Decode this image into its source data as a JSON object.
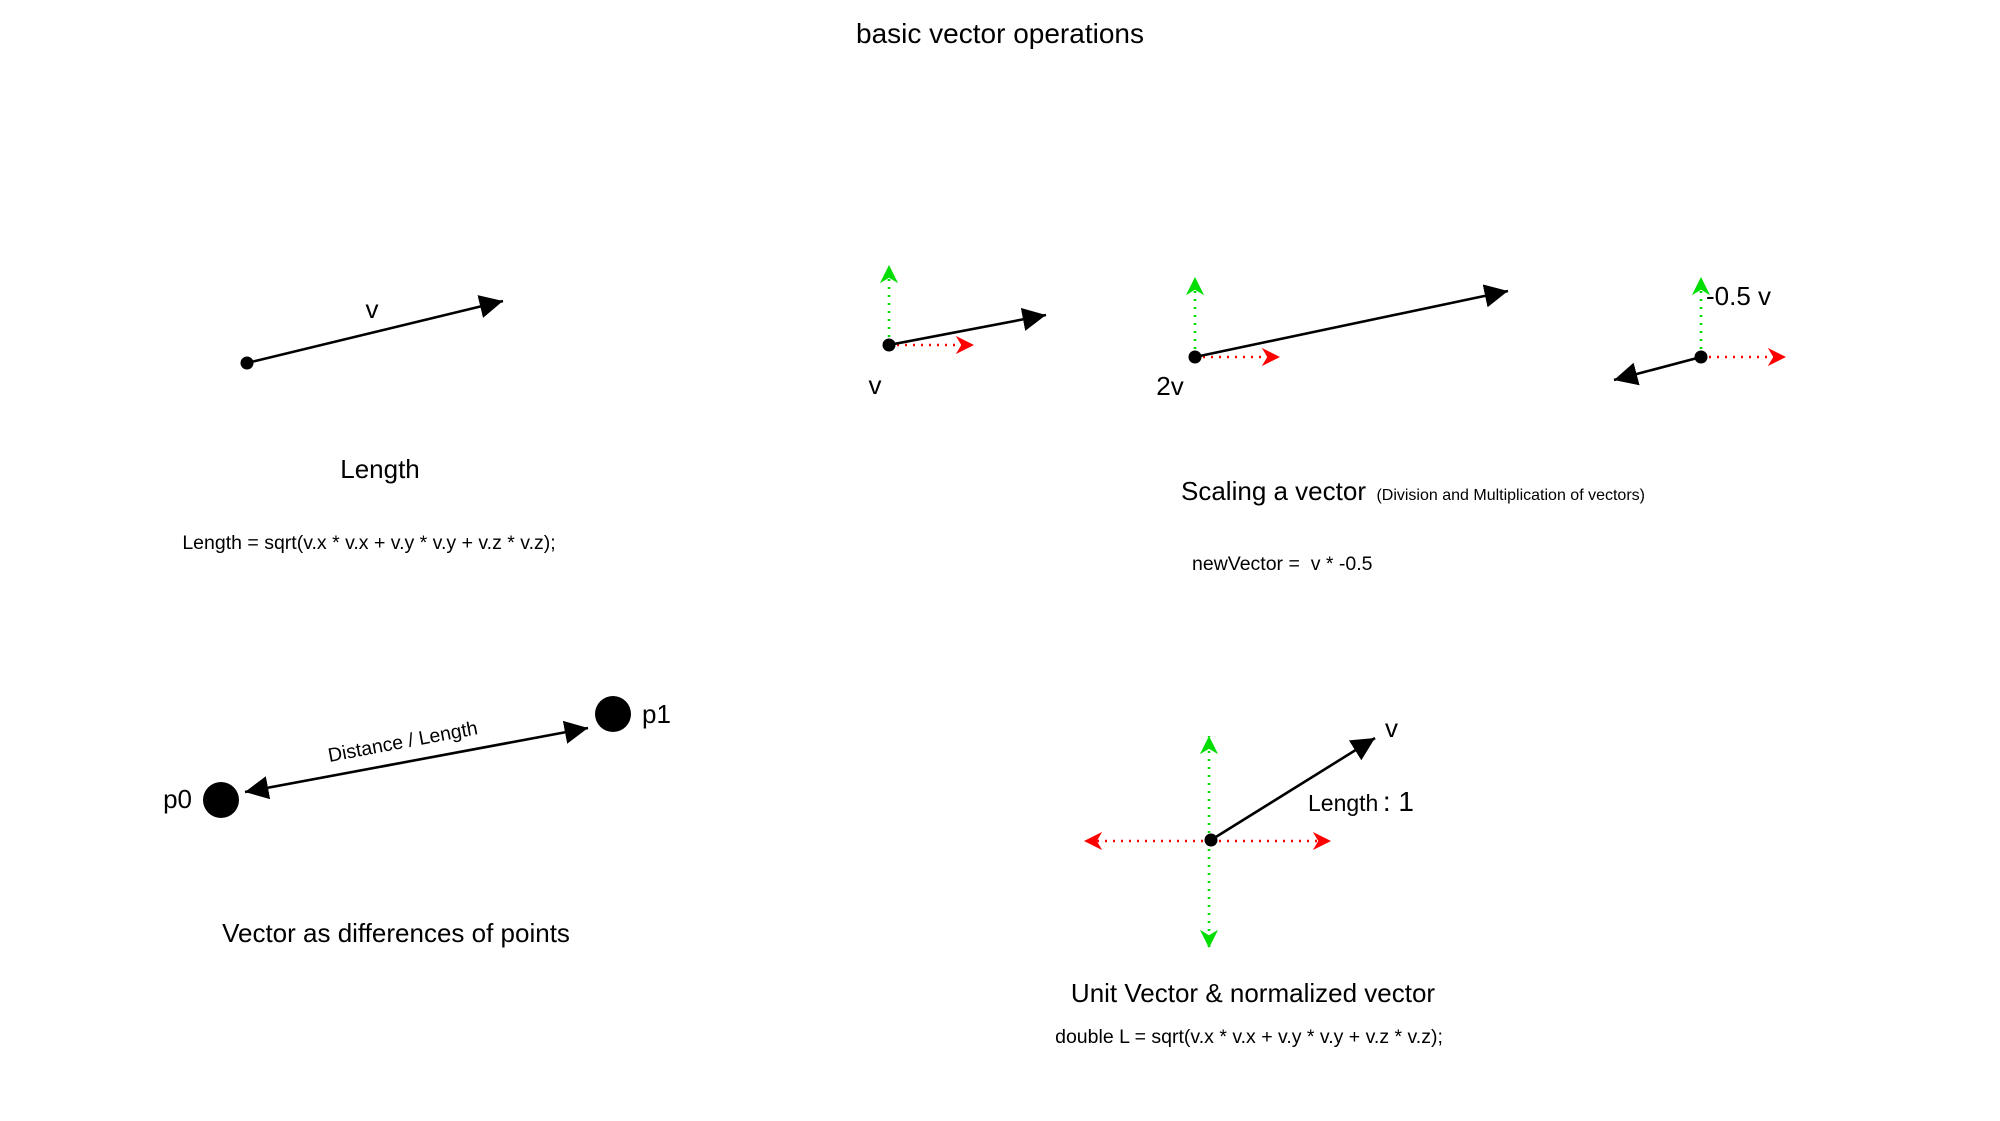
{
  "title": "basic vector operations",
  "length_section": {
    "vector_label": "v",
    "caption": "Length",
    "formula": "Length = sqrt(v.x * v.x + v.y * v.y + v.z * v.z);"
  },
  "scaling_section": {
    "label_v": "v",
    "label_2v": "2v",
    "label_neg": "-0.5 v",
    "caption": "Scaling a vector",
    "caption_note": "(Division and Multiplication of vectors)",
    "formula": "newVector =  v * -0.5"
  },
  "points_section": {
    "p0": "p0",
    "p1": "p1",
    "arrow_label": "Distance / Length",
    "caption": "Vector as differences of points"
  },
  "unit_section": {
    "vector_label": "v",
    "length_label": "Length",
    "length_value": ": 1",
    "caption": "Unit Vector & normalized vector",
    "formula": "double L = sqrt(v.x * v.x + v.y * v.y + v.z * v.z);"
  },
  "colors": {
    "x_axis": "#ff0000",
    "y_axis": "#00dd00",
    "vector": "#000000"
  }
}
